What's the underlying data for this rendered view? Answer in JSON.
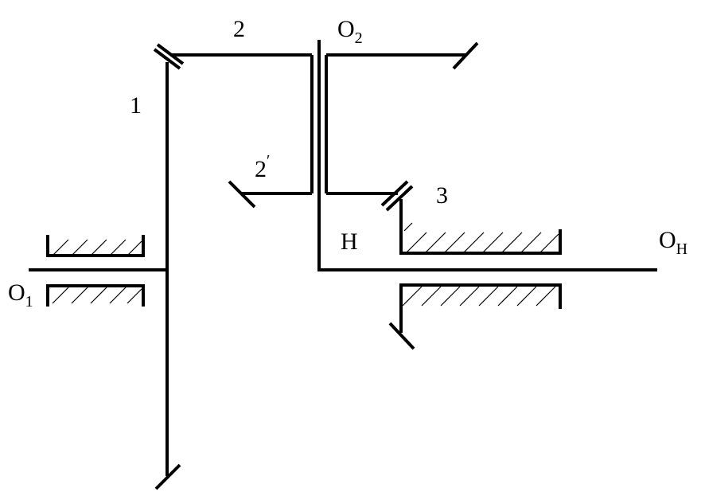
{
  "labels": {
    "gear1": "1",
    "gear2": "2",
    "gear2p": "2",
    "gear2p_prime": "′",
    "gear3": "3",
    "carrier": "H",
    "axis_o1_letter": "O",
    "axis_o1_sub": "1",
    "axis_o2_letter": "O",
    "axis_o2_sub": "2",
    "axis_oh_letter": "O",
    "axis_oh_sub": "H"
  },
  "colors": {
    "line": "#000000",
    "background": "#ffffff"
  }
}
